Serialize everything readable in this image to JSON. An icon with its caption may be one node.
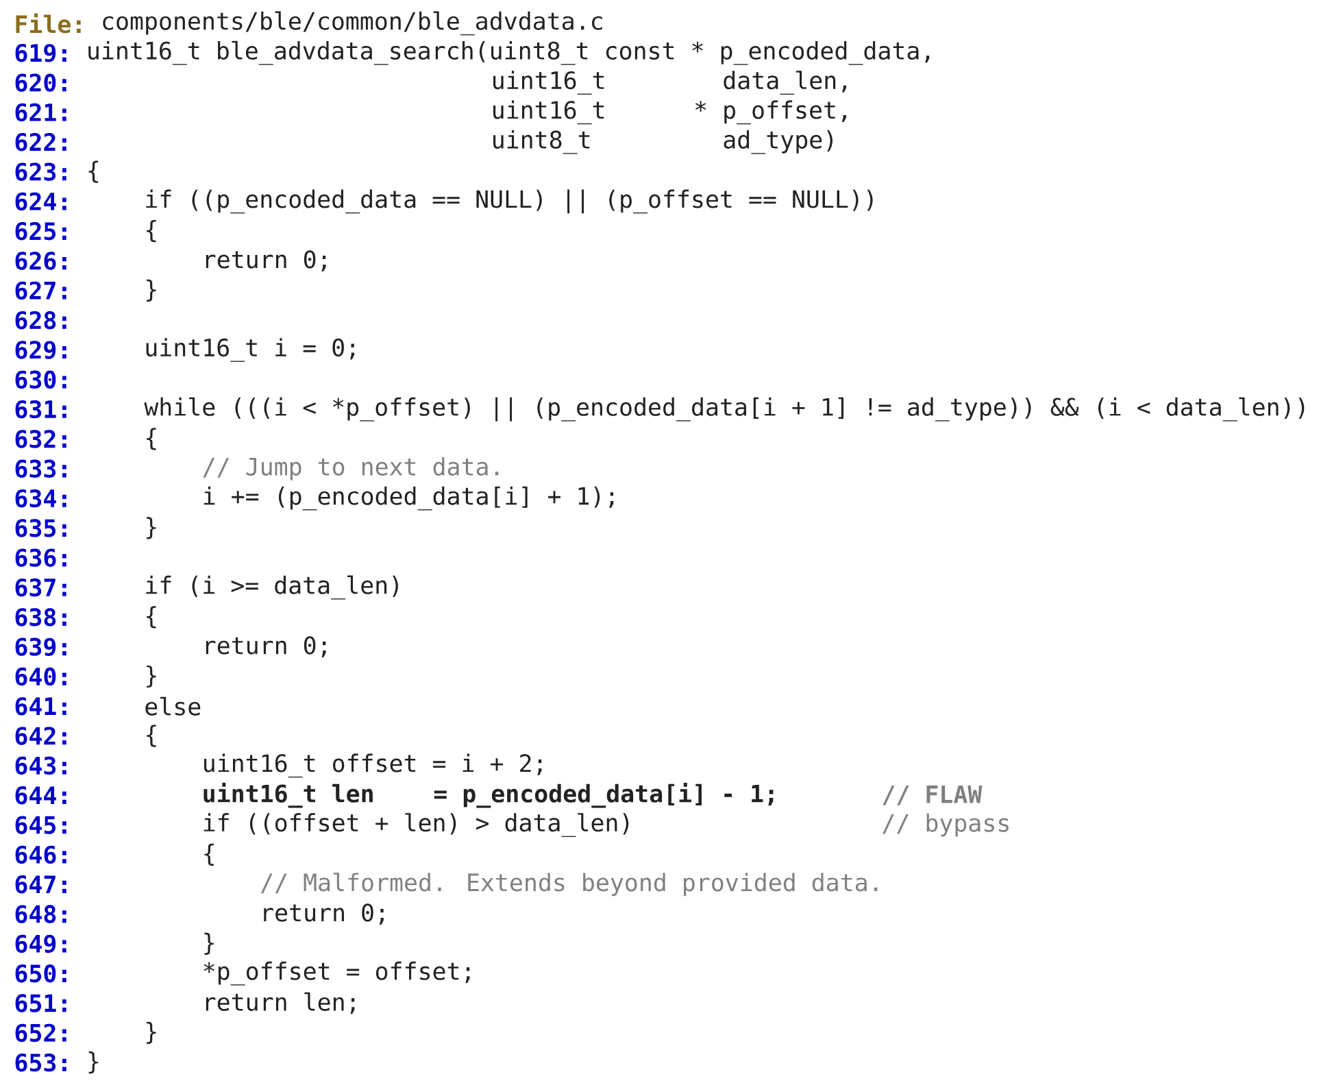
{
  "diagram": {
    "labels": [
      "File:",
      "components/ble/common/ble_advdata.c",
      "619:",
      "uint16_t ble_advdata_search(uint8_t const * p_encoded_data,",
      "620:",
      "uint16_t",
      "data_len,",
      "621:",
      "uint16_t",
      "* p_offset,",
      "622:",
      "uint8_t",
      "ad_type)",
      "623:",
      "{",
      "624:",
      "if ((p_encoded_data == NULL) || (p_offset == NULL))",
      "625:",
      "{",
      "626:",
      "return 0;",
      "627:",
      "}",
      "628:",
      "629:",
      "uint16_t i = 0;",
      "630:",
      "631:",
      "while (((i < *p_offset) || (p_encoded_data[i + 1] != ad_type)) && (i < data_len))",
      "632:",
      "{",
      "633:",
      "// Jump to next data.",
      "634:",
      "i += (p_encoded_data[i] + 1);",
      "635:",
      "}",
      "636:",
      "637:",
      "if (i >= data_len)",
      "638:",
      "{",
      "639:",
      "return 0;",
      "640:",
      "}",
      "641:",
      "else",
      "642:",
      "{",
      "643:",
      "uint16_t offset = i + 2;",
      "644:",
      "uint16_t len",
      "= p_encoded_data[i] - 1;",
      "// FLAW",
      "645:",
      "if ((offset + len) > data_len)",
      "// bypass",
      "646:",
      "{",
      "647:",
      "// Malformed. Extends beyond provided data.",
      "648:",
      "return 0;",
      "649:",
      "}",
      "650:",
      "*p_offset = offset;",
      "651:",
      "return len;",
      "652:",
      "}",
      "653:",
      "}"
    ]
  }
}
